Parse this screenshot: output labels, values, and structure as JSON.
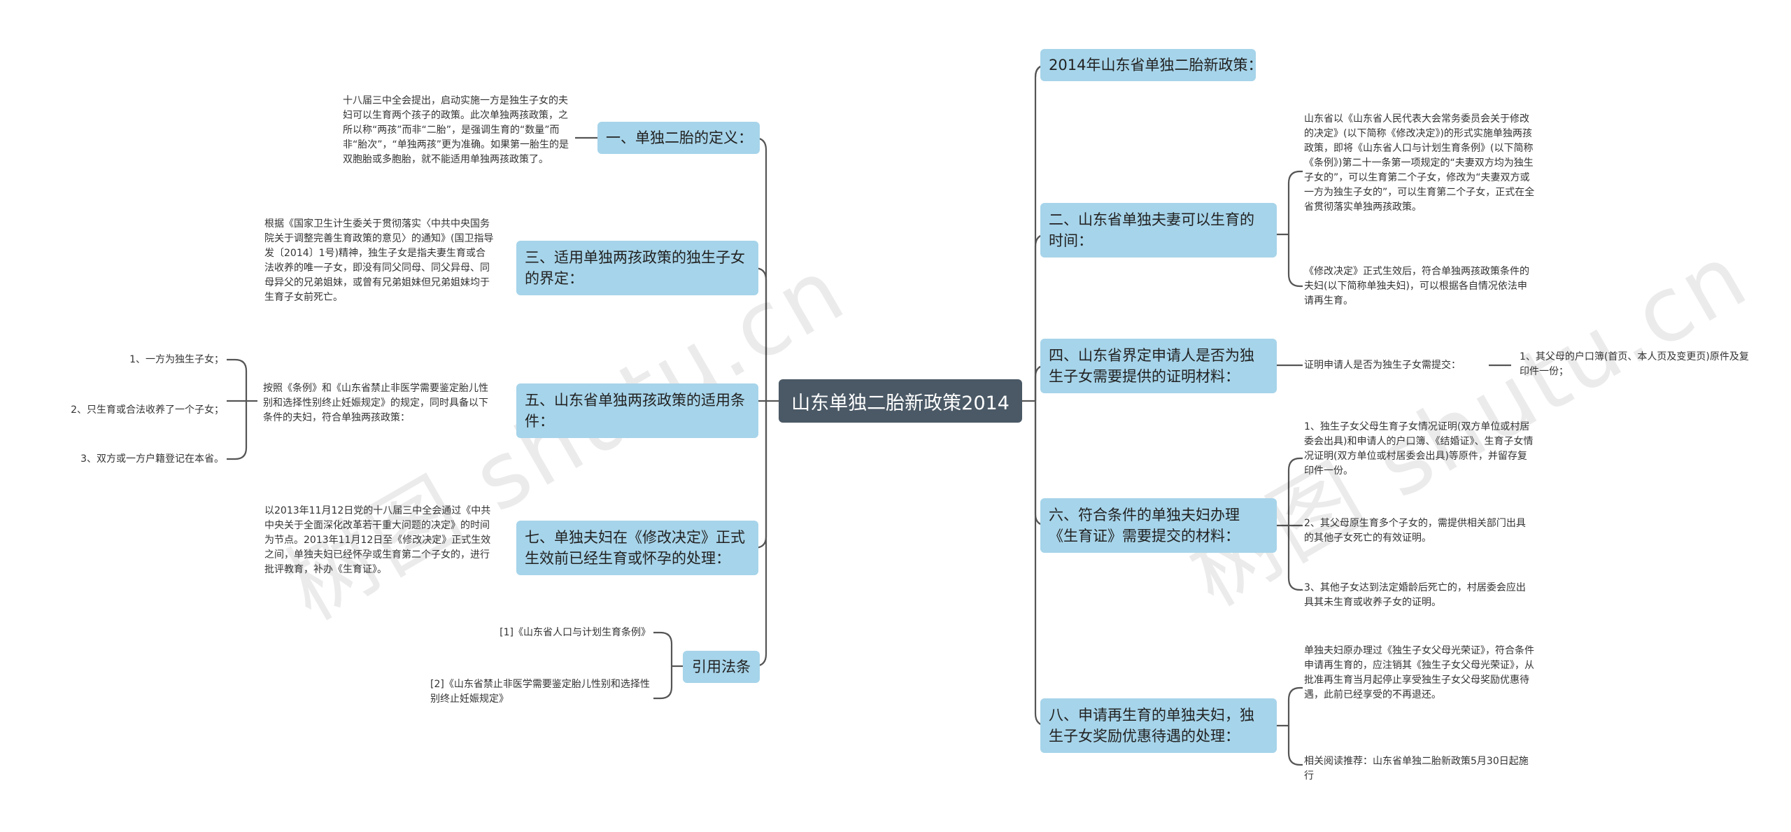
{
  "watermark": "树图 shutu.cn",
  "center": "山东单独二胎新政策2014",
  "left": {
    "n1": {
      "label": "一、单独二胎的定义：",
      "detail": "十八届三中全会提出，启动实施一方是独生子女的夫妇可以生育两个孩子的政策。此次单独两孩政策，之所以称“两孩”而非“二胎”，是强调生育的“数量”而非“胎次”，“单独两孩”更为准确。如果第一胎生的是双胞胎或多胞胎，就不能适用单独两孩政策了。"
    },
    "n3": {
      "label": "三、适用单独两孩政策的独生子女的界定：",
      "detail": "根据《国家卫生计生委关于贯彻落实〈中共中央国务院关于调整完善生育政策的意见〉的通知》(国卫指导发〔2014〕1号)精神，独生子女是指夫妻生育或合法收养的唯一子女，即没有同父同母、同父异母、同母异父的兄弟姐妹，或曾有兄弟姐妹但兄弟姐妹均于生育子女前死亡。"
    },
    "n5": {
      "label": "五、山东省单独两孩政策的适用条件：",
      "detail": "按照《条例》和《山东省禁止非医学需要鉴定胎儿性别和选择性别终止妊娠规定》的规定，同时具备以下条件的夫妇，符合单独两孩政策：",
      "items": [
        "1、一方为独生子女；",
        "2、只生育或合法收养了一个子女；",
        "3、双方或一方户籍登记在本省。"
      ]
    },
    "n7": {
      "label": "七、单独夫妇在《修改决定》正式生效前已经生育或怀孕的处理：",
      "detail": "以2013年11月12日党的十八届三中全会通过《中共中央关于全面深化改革若干重大问题的决定》的时间为节点。2013年11月12日至《修改决定》正式生效之间，单独夫妇已经怀孕或生育第二个子女的，进行批评教育，补办《生育证》。"
    },
    "ref": {
      "label": "引用法条",
      "items": [
        "[1]《山东省人口与计划生育条例》",
        "[2]《山东省禁止非医学需要鉴定胎儿性别和选择性别终止妊娠规定》"
      ]
    }
  },
  "right": {
    "n0": {
      "label": "2014年山东省单独二胎新政策："
    },
    "n2": {
      "label": "二、山东省单独夫妻可以生育的时间：",
      "items": [
        "山东省以《山东省人民代表大会常务委员会关于修改的决定》(以下简称《修改决定》)的形式实施单独两孩政策，即将《山东省人口与计划生育条例》(以下简称《条例》)第二十一条第一项规定的“夫妻双方均为独生子女的”，可以生育第二个子女，修改为“夫妻双方或一方为独生子女的”，可以生育第二个子女，正式在全省贯彻落实单独两孩政策。",
        "《修改决定》正式生效后，符合单独两孩政策条件的夫妇(以下简称单独夫妇)，可以根据各自情况依法申请再生育。"
      ]
    },
    "n4": {
      "label": "四、山东省界定申请人是否为独生子女需要提供的证明材料：",
      "detail": "证明申请人是否为独生子女需提交：",
      "sub": "1、其父母的户口簿(首页、本人页及变更页)原件及复印件一份；"
    },
    "n6": {
      "label": "六、符合条件的单独夫妇办理《生育证》需要提交的材料：",
      "items": [
        "1、独生子女父母生育子女情况证明(双方单位或村居委会出具)和申请人的户口簿、《结婚证》、生育子女情况证明(双方单位或村居委会出具)等原件，并留存复印件一份。",
        "2、其父母原生育多个子女的，需提供相关部门出具的其他子女死亡的有效证明。",
        "3、其他子女达到法定婚龄后死亡的，村居委会应出具其未生育或收养子女的证明。"
      ]
    },
    "n8": {
      "label": "八、申请再生育的单独夫妇，独生子女奖励优惠待遇的处理：",
      "items": [
        "单独夫妇原办理过《独生子女父母光荣证》，符合条件申请再生育的，应注销其《独生子女父母光荣证》，从批准再生育当月起停止享受独生子女父母奖励优惠待遇，此前已经享受的不再退还。",
        "相关阅读推荐：山东省单独二胎新政策5月30日起施行"
      ]
    }
  },
  "colors": {
    "center_bg": "#4b5966",
    "node_bg": "#a6d4ea",
    "line": "#555555"
  }
}
